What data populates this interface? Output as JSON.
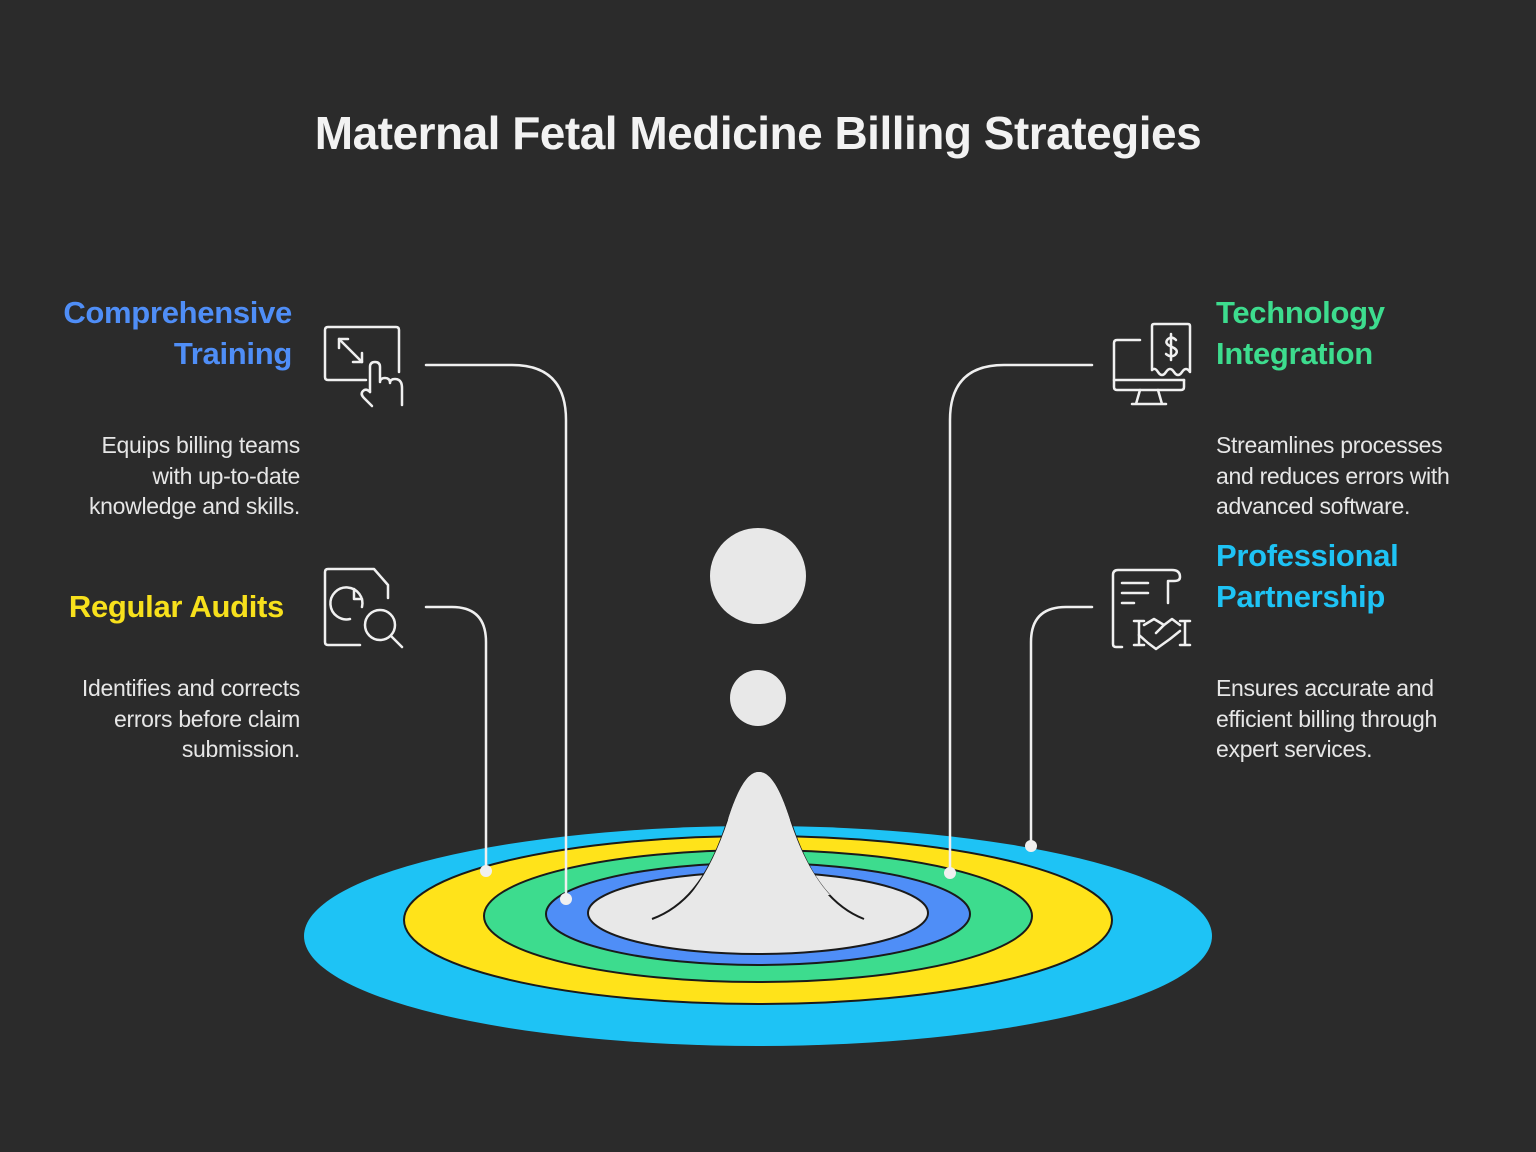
{
  "title": "Maternal Fetal Medicine Billing Strategies",
  "colors": {
    "background": "#2b2b2b",
    "training": "#4f8ef7",
    "audits": "#f7e01c",
    "technology": "#3ddc8e",
    "partnership": "#1ec3f5",
    "ring_outer": "#1ec3f5",
    "ring_yellow": "#ffe31a",
    "ring_green": "#3ddc8e",
    "ring_blue": "#4f8ef7",
    "ring_center": "#e8e8e8"
  },
  "strategies": [
    {
      "id": "training",
      "heading_line1": "Comprehensive",
      "heading_line2": "Training",
      "description_lines": [
        "Equips billing teams",
        "with up-to-date",
        "knowledge and skills."
      ],
      "icon": "touch-resize-screen-icon",
      "side": "left",
      "ring": "blue"
    },
    {
      "id": "audits",
      "heading_line1": "Regular Audits",
      "description_lines": [
        "Identifies and corrects",
        "errors before claim",
        "submission."
      ],
      "icon": "document-clock-search-icon",
      "side": "left",
      "ring": "yellow"
    },
    {
      "id": "technology",
      "heading_line1": "Technology",
      "heading_line2": "Integration",
      "description_lines": [
        "Streamlines processes",
        "and reduces errors with",
        "advanced software."
      ],
      "icon": "computer-invoice-icon",
      "side": "right",
      "ring": "green"
    },
    {
      "id": "partnership",
      "heading_line1": "Professional",
      "heading_line2": "Partnership",
      "description_lines": [
        "Ensures accurate and",
        "efficient billing through",
        "expert services."
      ],
      "icon": "contract-handshake-icon",
      "side": "right",
      "ring": "cyan"
    }
  ]
}
